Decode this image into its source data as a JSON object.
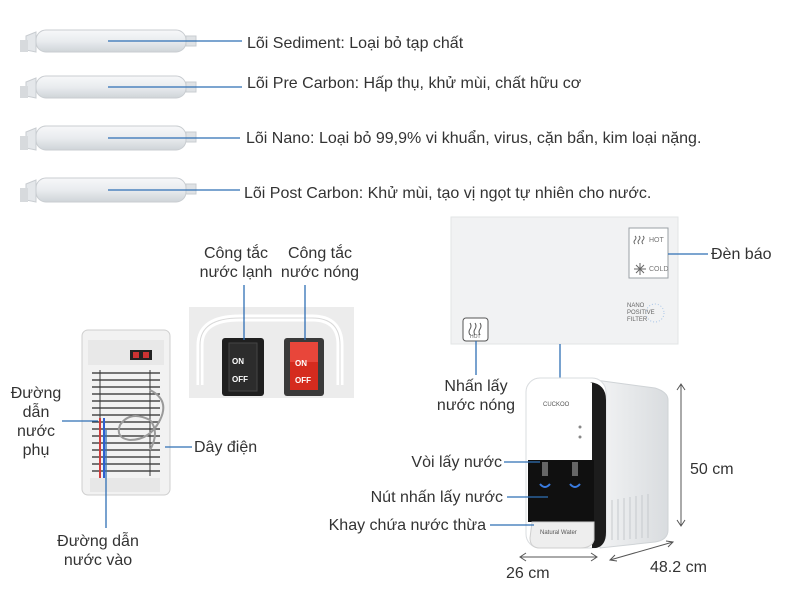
{
  "filters": [
    {
      "label": "Lõi Sediment: Loại bỏ tạp chất"
    },
    {
      "label": "Lõi Pre Carbon: Hấp thụ, khử mùi, chất hữu cơ"
    },
    {
      "label": "Lõi Nano: Loại bỏ 99,9% vi khuẩn, virus, cặn bẩn, kim loại nặng."
    },
    {
      "label": "Lõi Post Carbon: Khử mùi, tạo vị ngọt tự nhiên cho nước."
    }
  ],
  "switches": {
    "cold_label_1": "Công tắc",
    "cold_label_2": "nước lạnh",
    "hot_label_1": "Công tắc",
    "hot_label_2": "nước nóng",
    "on_text": "ON",
    "off_text": "OFF"
  },
  "back_panel": {
    "aux_pipe_1": "Đường",
    "aux_pipe_2": "dẫn",
    "aux_pipe_3": "nước",
    "aux_pipe_4": "phụ",
    "power_cord": "Dây điện",
    "inlet_1": "Đường dẫn",
    "inlet_2": "nước vào"
  },
  "control_panel": {
    "indicator": "Đèn báo",
    "hot_button_1": "Nhấn lấy",
    "hot_button_2": "nước nóng",
    "hot_text": "HOT",
    "cold_text": "COLD",
    "nano_1": "NANO",
    "nano_2": "POSITIVE",
    "nano_3": "FILTER",
    "button_caption": "HOT"
  },
  "front": {
    "faucet": "Vòi lấy nước",
    "dispense_button": "Nút nhấn lấy nước",
    "drip_tray": "Khay chứa nước thừa",
    "brand": "CUCKOO",
    "tray_brand": "Natural Water"
  },
  "dimensions": {
    "height": "50 cm",
    "width": "26 cm",
    "depth": "48.2 cm"
  },
  "colors": {
    "leader_line": "#2f6fb5",
    "hot_switch": "#d52b1e",
    "cold_switch": "#222222"
  }
}
